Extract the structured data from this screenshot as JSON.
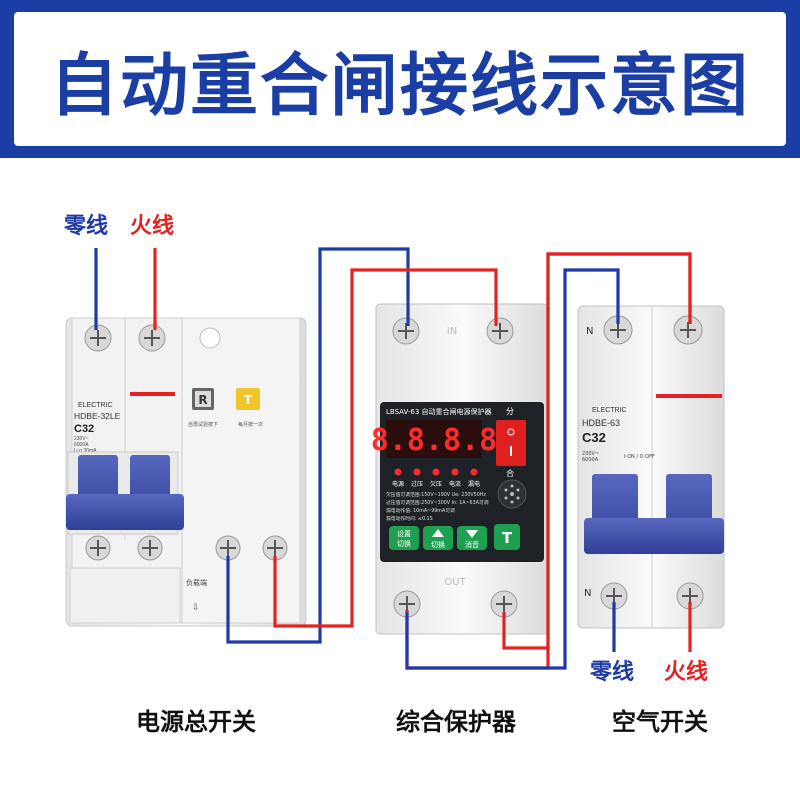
{
  "title": "自动重合闸接线示意图",
  "labels": {
    "left_neutral": "零线",
    "left_live": "火线",
    "right_neutral": "零线",
    "right_live": "火线"
  },
  "captions": {
    "main_switch": "电源总开关",
    "protector": "综合保护器",
    "air_switch": "空气开关"
  },
  "left_breaker": {
    "brand": "ELECTRIC",
    "model": "HDBE-32LE",
    "rating": "C32",
    "spec1": "230V~",
    "spec2": "6000A",
    "spec3": "I△n 30mA",
    "reset_key": "R",
    "test_key": "T",
    "reset_desc": "自再试验按下",
    "test_desc": "每月按一次",
    "load_label": "负载端"
  },
  "protector": {
    "model": "LBSAV-63 自动重合闸电源保护器",
    "display": "8.8.8.8",
    "off_label": "分",
    "on_label": "合",
    "indicators": [
      "电源",
      "过压",
      "欠压",
      "电流",
      "漏电"
    ],
    "info_lines": [
      "欠压值可调范围:150V~190V  Ue: 230V50Hz",
      "过压值可调范围:250V~300V  In: 1A~63A可调",
      "漏电动作值: 10mA~99mA可调",
      "漏电动作时间: ≤0.1S"
    ],
    "buttons": [
      "设置\n切换",
      "切换",
      "消音",
      "T"
    ],
    "in_label": "IN",
    "out_label": "OUT"
  },
  "right_breaker": {
    "brand": "ELECTRIC",
    "model": "HDBE-63",
    "rating": "C32",
    "spec1": "230V~",
    "spec2": "6000A",
    "n_top": "N",
    "n_bottom": "N",
    "on_off": "I ON / O OFF"
  },
  "colors": {
    "banner_blue": "#1a3ea3",
    "wire_blue": "#1d3aa6",
    "wire_red": "#e52222",
    "handle_blue": "#3c4fa8"
  }
}
